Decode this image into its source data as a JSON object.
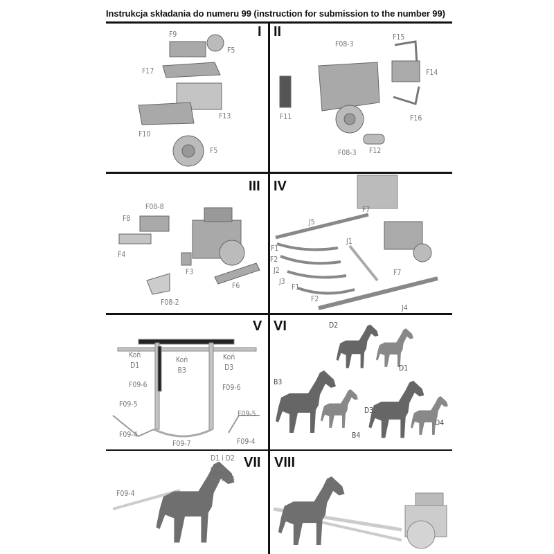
{
  "title": "Instrukcja składania do numeru 99 (instruction for submission to the number 99)",
  "colors": {
    "line": "#111111",
    "part": "#a9a9a9",
    "label": "#777777",
    "horse": "#6f6f6f"
  },
  "panels": [
    {
      "numeral": "I",
      "labels": [
        "F9",
        "F5",
        "F17",
        "F13",
        "F10",
        "F5"
      ]
    },
    {
      "numeral": "II",
      "labels": [
        "F08-3",
        "F15",
        "F14",
        "F11",
        "F16",
        "F08-3",
        "F12"
      ]
    },
    {
      "numeral": "III",
      "labels": [
        "F08-8",
        "F8",
        "F4",
        "F3",
        "F6",
        "F08-2"
      ]
    },
    {
      "numeral": "IV",
      "labels": [
        "F7",
        "J5",
        "J1",
        "F1",
        "F2",
        "J2",
        "F7",
        "J3",
        "F1",
        "F2",
        "J4"
      ]
    },
    {
      "numeral": "V",
      "labels": [
        "Koń\nD1",
        "Koń\nB3",
        "Koń\nD3",
        "F09-6",
        "F09-6",
        "F09-5",
        "F09-5",
        "F09-4",
        "F09-7",
        "F09-4"
      ]
    },
    {
      "numeral": "VI",
      "labels": [
        "D2",
        "D1",
        "B3",
        "D3",
        "D4",
        "B4"
      ]
    },
    {
      "numeral": "VII",
      "labels": [
        "D1 i D2\noraz\nD3 i D4",
        "F09-4"
      ]
    },
    {
      "numeral": "VIII",
      "labels": []
    }
  ]
}
